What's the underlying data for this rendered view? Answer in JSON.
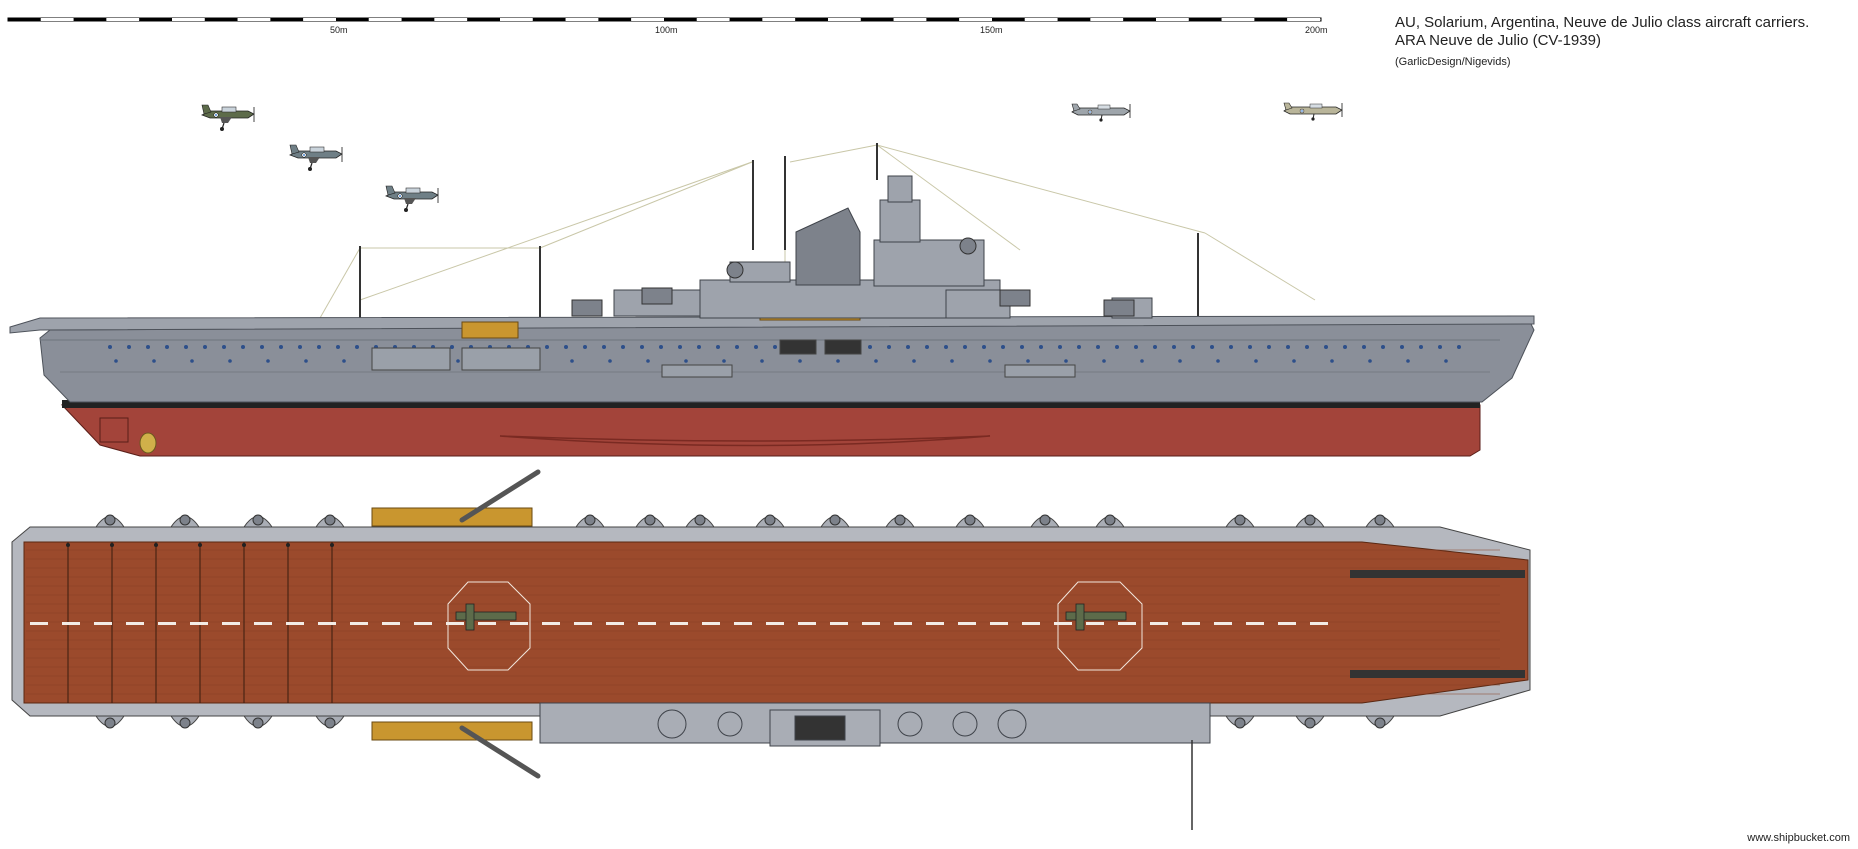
{
  "title": {
    "line1": "AU, Solarium, Argentina, Neuve de Julio class aircraft carriers.",
    "line2": "ARA Neuve de Julio (CV-1939)",
    "credits": "(GarlicDesign/Nigevids)"
  },
  "scale_bar": {
    "labels": [
      "50m",
      "100m",
      "150m",
      "200m"
    ]
  },
  "site": "www.shipbucket.com",
  "colors": {
    "hull_grey": "#8a8f99",
    "hull_dark": "#6f747d",
    "antifouling_red": "#a3443a",
    "boot_top": "#222222",
    "deck_wood": "#9b4a2c",
    "deck_edge": "#b5b8bf"
  },
  "aircraft": [
    {
      "kind": "dive-bomber",
      "livery": "green"
    },
    {
      "kind": "dive-bomber",
      "livery": "grey-blue"
    },
    {
      "kind": "dive-bomber",
      "livery": "grey-blue"
    },
    {
      "kind": "fighter",
      "livery": "grey"
    },
    {
      "kind": "fighter",
      "livery": "grey-yellow"
    }
  ]
}
